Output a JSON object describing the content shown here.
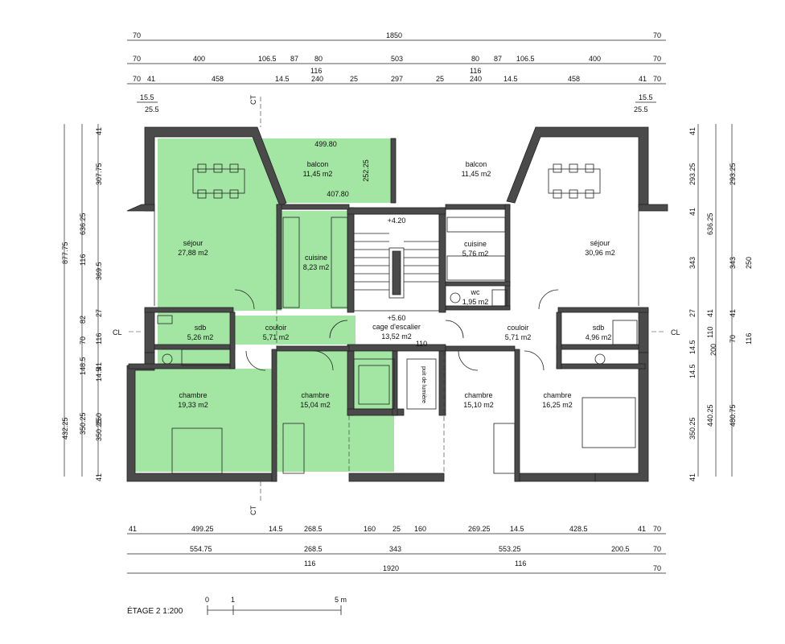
{
  "plan": {
    "title": "ÉTAGE 2 1:200",
    "scale_labels": [
      "0",
      "1",
      "5 m"
    ],
    "cut_labels": [
      "CT",
      "CT",
      "CL",
      "CL"
    ],
    "highlight_color": "#a3e6a3",
    "rooms": [
      {
        "name": "balcon",
        "area": "11,45 m2"
      },
      {
        "name": "balcon",
        "area": "11,45 m2"
      },
      {
        "name": "séjour",
        "area": "27,88 m2"
      },
      {
        "name": "séjour",
        "area": "30,96 m2"
      },
      {
        "name": "cuisine",
        "area": "8,23 m2"
      },
      {
        "name": "cuisine",
        "area": "5,76 m2"
      },
      {
        "name": "wc",
        "area": "1,95 m2"
      },
      {
        "name": "sdb",
        "area": "5,26 m2"
      },
      {
        "name": "sdb",
        "area": "4,96 m2"
      },
      {
        "name": "couloir",
        "area": "5,71 m2"
      },
      {
        "name": "couloir",
        "area": "5,71 m2"
      },
      {
        "name": "cage d'escalier",
        "area": "13,52 m2"
      },
      {
        "name": "chambre",
        "area": "19,33 m2"
      },
      {
        "name": "chambre",
        "area": "15,04 m2"
      },
      {
        "name": "chambre",
        "area": "15,10 m2"
      },
      {
        "name": "chambre",
        "area": "16,25 m2"
      }
    ],
    "level_labels": [
      "+4.20",
      "+5.60"
    ],
    "misc_labels": [
      "puit de lumière",
      "110",
      "499.80",
      "407.80",
      "252.25"
    ],
    "dims": {
      "top1": [
        "70",
        "1850",
        "70"
      ],
      "top2": [
        "70",
        "400",
        "106.5",
        "87",
        "80",
        "503",
        "80",
        "87",
        "106.5",
        "400",
        "70"
      ],
      "top2b": [
        "116",
        "116"
      ],
      "top3": [
        "70",
        "41",
        "458",
        "14.5",
        "240",
        "25",
        "297",
        "25",
        "240",
        "14.5",
        "458",
        "41",
        "70"
      ],
      "top_small": [
        "15.5",
        "25.5",
        "15.5",
        "25.5"
      ],
      "bottom1": [
        "41",
        "499.25",
        "14.5",
        "268.5",
        "160",
        "25",
        "160",
        "269.25",
        "14.5",
        "428.5",
        "41",
        "70"
      ],
      "bottom2": [
        "554.75",
        "268.5",
        "343",
        "553.25",
        "200.5",
        "70"
      ],
      "bottom3": [
        "116",
        "116"
      ],
      "bottom4": [
        "1920",
        "70"
      ],
      "left1": [
        "41",
        "307.75",
        "636.25",
        "369.5",
        "116",
        "82",
        "27",
        "70",
        "116",
        "148.5",
        "41",
        "14.5",
        "350.25",
        "250",
        "432.25",
        "350.25",
        "41"
      ],
      "left_total": [
        "877.75"
      ],
      "right1": [
        "41",
        "293.25",
        "293.25",
        "636.25",
        "41",
        "343",
        "343",
        "250",
        "27",
        "41",
        "41",
        "110",
        "70",
        "14.5",
        "200",
        "116",
        "14.5",
        "440.25",
        "480.75",
        "350.25",
        "41"
      ]
    }
  }
}
